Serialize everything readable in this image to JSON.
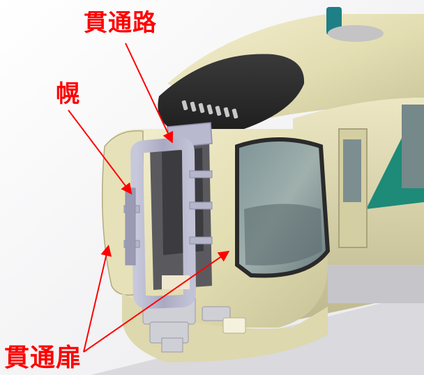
{
  "labels": {
    "gangway": "貫通路",
    "bellows": "幌",
    "gangway_door": "貫通扉"
  },
  "colors": {
    "annotation": "#ff0000",
    "body_cream": "#e6e1b8",
    "accent_teal": "#1e8a78",
    "window_dark": "#2a2a2a",
    "gangway_frame": "#b9b9cf"
  }
}
